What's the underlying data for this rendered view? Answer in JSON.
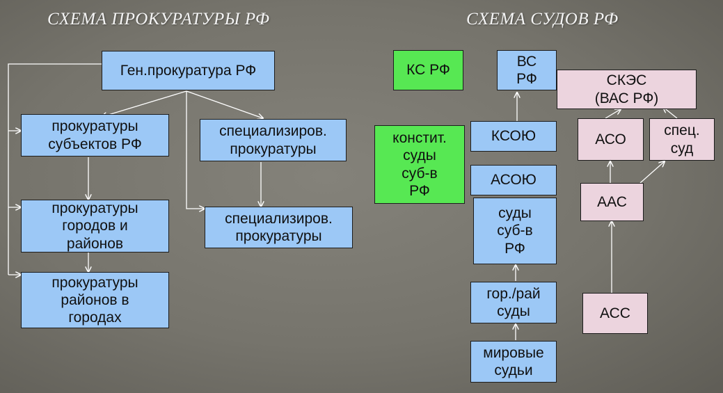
{
  "titles": {
    "left": "СХЕМА ПРОКУРАТУРЫ РФ",
    "right": "СХЕМА СУДОВ РФ"
  },
  "colors": {
    "prosecutor_box": "#9cc8f6",
    "constitutional_box": "#57e853",
    "arbitration_box": "#ecd4de",
    "connector": "#ffffff"
  },
  "prosecution": {
    "gen": "Ген.прокуратура РФ",
    "subjects": "прокуратуры\nсубъектов РФ",
    "cities": "прокуратуры\nгородов и\nрайонов",
    "districts": "прокуратуры\nрайонов в\nгородах",
    "special_1": "специализиров.\nпрокуратуры",
    "special_2": "специализиров.\nпрокуратуры"
  },
  "courts": {
    "ks": "КС РФ",
    "vs": "ВС\nРФ",
    "skes": "СКЭС\n(ВАС РФ)",
    "konstit": "констит.\nсуды\nсуб-в\nРФ",
    "ksoyu": "КСОЮ",
    "asoyu": "АСОЮ",
    "sudy_sub": "суды\nсуб-в\nРФ",
    "gor_rai": "гор./рай\nсуды",
    "mirovye": "мировые\nсудьи",
    "aso": "АСО",
    "spec_sud": "спец.\nсуд",
    "aas": "ААС",
    "ass": "АСС"
  }
}
